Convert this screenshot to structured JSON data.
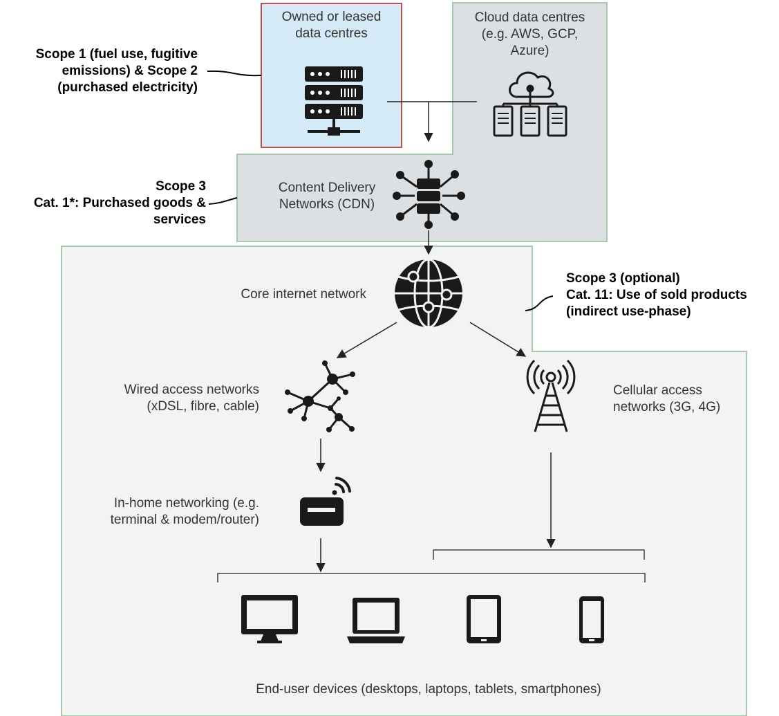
{
  "nodes": {
    "owned": "Owned or leased\ndata centres",
    "cloud": "Cloud data centres\n(e.g. AWS, GCP,\nAzure)",
    "cdn": "Content Delivery\nNetworks (CDN)",
    "core": "Core internet network",
    "wired": "Wired access networks\n(xDSL, fibre, cable)",
    "cellular": "Cellular access\nnetworks (3G, 4G)",
    "inhome": "In-home networking (e.g.\nterminal & modem/router)",
    "devices": "End-user devices (desktops, laptops, tablets, smartphones)"
  },
  "scopes": {
    "scope12": "Scope 1 (fuel use, fugitive\nemissions) & Scope  2\n(purchased electricity)",
    "scope3_cat1": "Scope 3\nCat. 1*: Purchased goods &\nservices",
    "scope3_cat11": "Scope 3 (optional)\nCat. 11: Use of sold products\n(indirect use-phase)"
  },
  "colors": {
    "owned_fill": "#d4eaf7",
    "owned_border": "#c0504d",
    "cloud_fill": "#dce0e3",
    "green_border": "#a6c9a8",
    "network_fill": "#f3f3f3",
    "icon": "#1a1a1a"
  },
  "icons": [
    "server-rack-icon",
    "cloud-servers-icon",
    "cdn-hub-icon",
    "globe-network-icon",
    "mesh-network-icon",
    "cell-tower-icon",
    "wifi-router-icon",
    "desktop-monitor-icon",
    "laptop-icon",
    "tablet-icon",
    "smartphone-icon"
  ]
}
